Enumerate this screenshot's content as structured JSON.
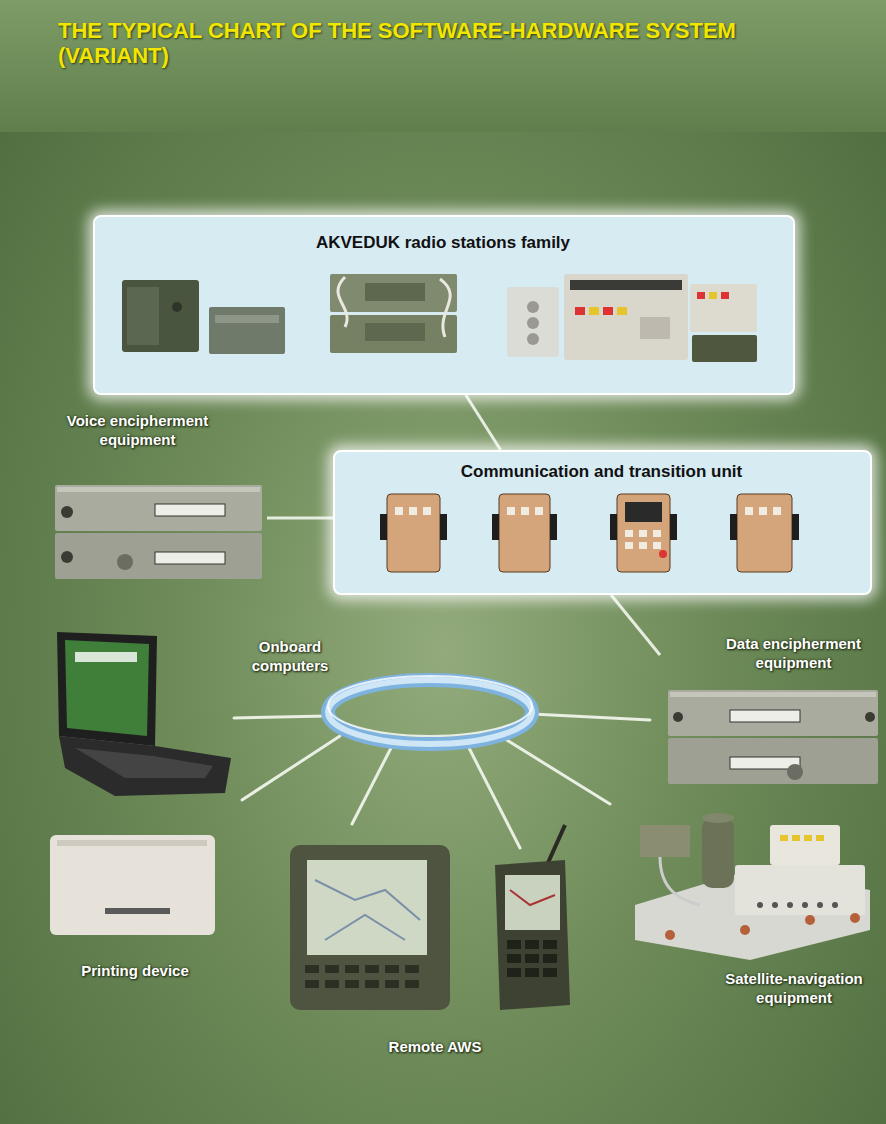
{
  "diagram": {
    "title": "THE TYPICAL CHART OF THE SOFTWARE-HARDWARE SYSTEM (VARIANT)",
    "nodes": [
      {
        "text": [
          "AKVEDUK radio stations family"
        ]
      },
      {
        "text": [
          "Voice encipherment equipment"
        ]
      },
      {
        "text": [
          "Communication and transition unit"
        ]
      },
      {
        "text": [
          "Onboard computers"
        ]
      },
      {
        "text": [
          "Data encipherment equipment"
        ]
      },
      {
        "text": [
          "Printing device"
        ]
      },
      {
        "text": [
          "Remote AWS"
        ]
      },
      {
        "text": [
          "Satellite-navigation equipment"
        ]
      }
    ],
    "edges": [
      {
        "from": 0,
        "to": 2,
        "arrow": "none"
      },
      {
        "from": 1,
        "to": 2,
        "arrow": "none"
      },
      {
        "from": 2,
        "to": 4,
        "arrow": "none"
      }
    ]
  }
}
